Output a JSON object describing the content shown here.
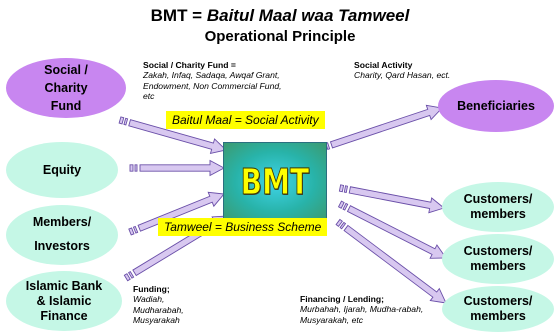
{
  "header": {
    "title_prefix": "BMT = ",
    "title_main": "Baitul Maal waa Tamweel",
    "subtitle": "Operational Principle"
  },
  "center": {
    "label": "BMT"
  },
  "banners": {
    "baitul_maal": "Baitul Maal = Social Activity",
    "tamweel": "Tamweel = Business Scheme"
  },
  "nodes": {
    "social_fund": "Social / Charity Fund",
    "equity": "Equity",
    "members_investors": "Members/ Investors",
    "islamic_bank": "Islamic Bank & Islamic Finance",
    "beneficiaries": "Beneficiaries",
    "customers_1": "Customers/ members",
    "customers_2": "Customers/ members",
    "customers_3": "Customers/ members"
  },
  "notes": {
    "social_fund": {
      "heading": "Social / Charity Fund =",
      "body": "Zakah, Infaq, Sadaqa, Awqaf Grant, Endowment, Non Commercial Fund, etc"
    },
    "social_activity": {
      "heading": "Social Activity",
      "body": "Charity, Qard Hasan, ect."
    },
    "funding": {
      "heading": "Funding;",
      "body": "Wadiah, Mudharabah, Musyarakah"
    },
    "financing": {
      "heading": "Financing / Lending;",
      "body": "Murbahah, Ijarah, Mudha-rabah, Musyarakah, etc"
    }
  },
  "colors": {
    "source_fill": "#c886f0",
    "party_fill": "#c5f7e6",
    "arrow_fill": "#d8c8f0",
    "arrow_stroke": "#6a4fa8",
    "banner_fill": "#ffff00",
    "bmt_text": "#ffff00"
  }
}
